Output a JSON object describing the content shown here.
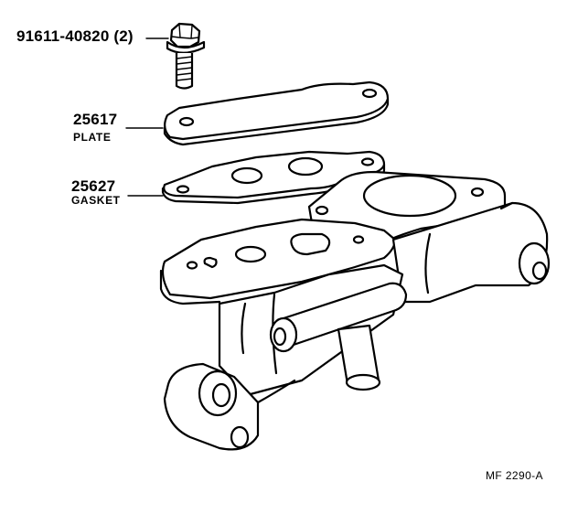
{
  "callouts": [
    {
      "part_number": "91611-40820 (2)",
      "part_name": ""
    },
    {
      "part_number": "25617",
      "part_name": "PLATE"
    },
    {
      "part_number": "25627",
      "part_name": "GASKET"
    }
  ],
  "drawing_code": "MF 2290-A"
}
